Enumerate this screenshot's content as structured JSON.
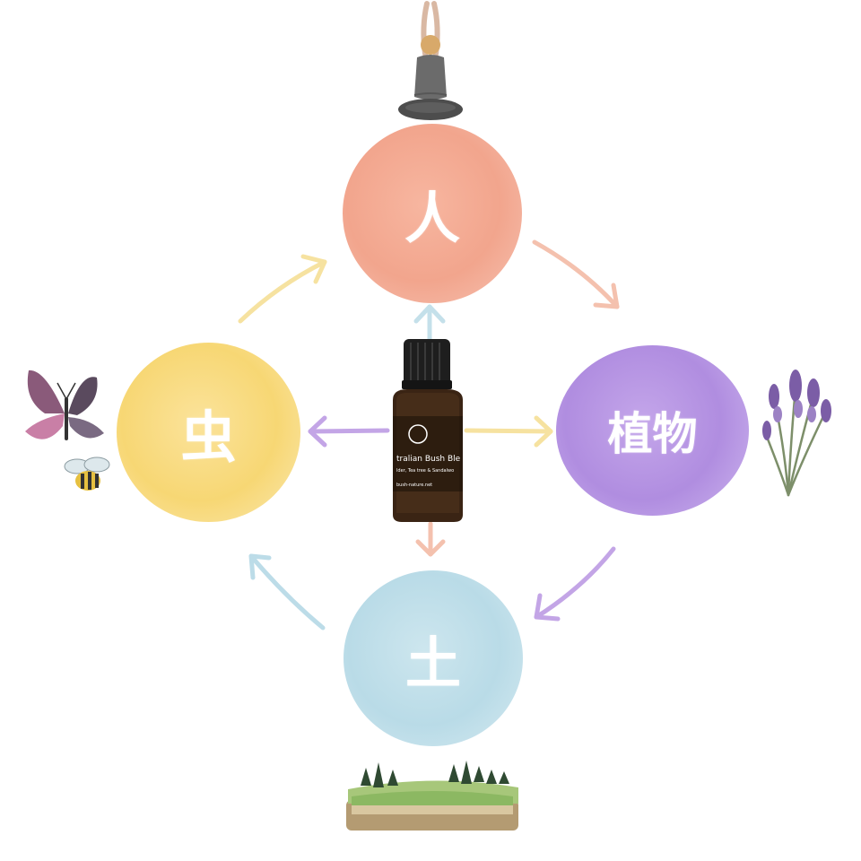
{
  "nodes": {
    "person": {
      "label": "人",
      "color": "#f2a58d"
    },
    "plant": {
      "label": "植物",
      "color": "#b08de0"
    },
    "soil": {
      "label": "土",
      "color": "#b9dbe7"
    },
    "insect": {
      "label": "虫",
      "color": "#f7d774"
    }
  },
  "bottle": {
    "label": "tralian Bush Ble",
    "sublabel": "lder, Tea tree & Sandalwo",
    "url": "bush-nature.net"
  },
  "icons": [
    "meditating-woman-icon",
    "lavender-icon",
    "landscape-icon",
    "butterfly-icon",
    "bee-icon",
    "essential-oil-bottle-icon"
  ]
}
